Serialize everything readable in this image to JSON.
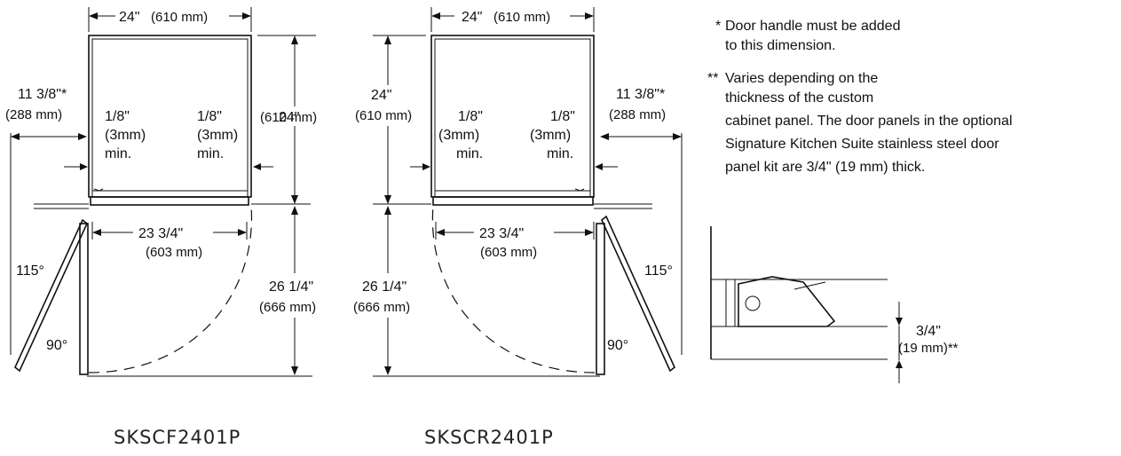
{
  "models": {
    "left": "SKSCF2401P",
    "right": "SKSCR2401P"
  },
  "dims": {
    "width_top": "24\"",
    "width_top_mm": "(610 mm)",
    "depth": "24\"",
    "depth_mm": "(610 mm)",
    "door_clear": "11 3/8\"*",
    "door_clear_right": "11 3/8\"*",
    "door_clear_mm": "(288 mm)",
    "gap": "1/8\"",
    "gap_mm": "(3mm)",
    "gap_min": "min.",
    "opening": "23 3/4\"",
    "opening_mm": "(603 mm)",
    "swing": "26 1/4\"",
    "swing_mm": "(666 mm)",
    "angle_open": "115°",
    "angle_90": "90°"
  },
  "notes": {
    "handle_mark": "*",
    "handle_line1": "Door handle must be added",
    "handle_line2": "to this dimension.",
    "panel_mark": "**",
    "panel_line1": "Varies depending on the",
    "panel_line2": "thickness of the custom",
    "panel_line3": "cabinet panel. The door panels in the optional",
    "panel_line4": "Signature Kitchen Suite stainless steel door",
    "panel_line5": "panel kit are 3/4\" (19 mm) thick."
  },
  "detail": {
    "thickness": "3/4\"",
    "thickness_mm": "(19 mm)**"
  }
}
